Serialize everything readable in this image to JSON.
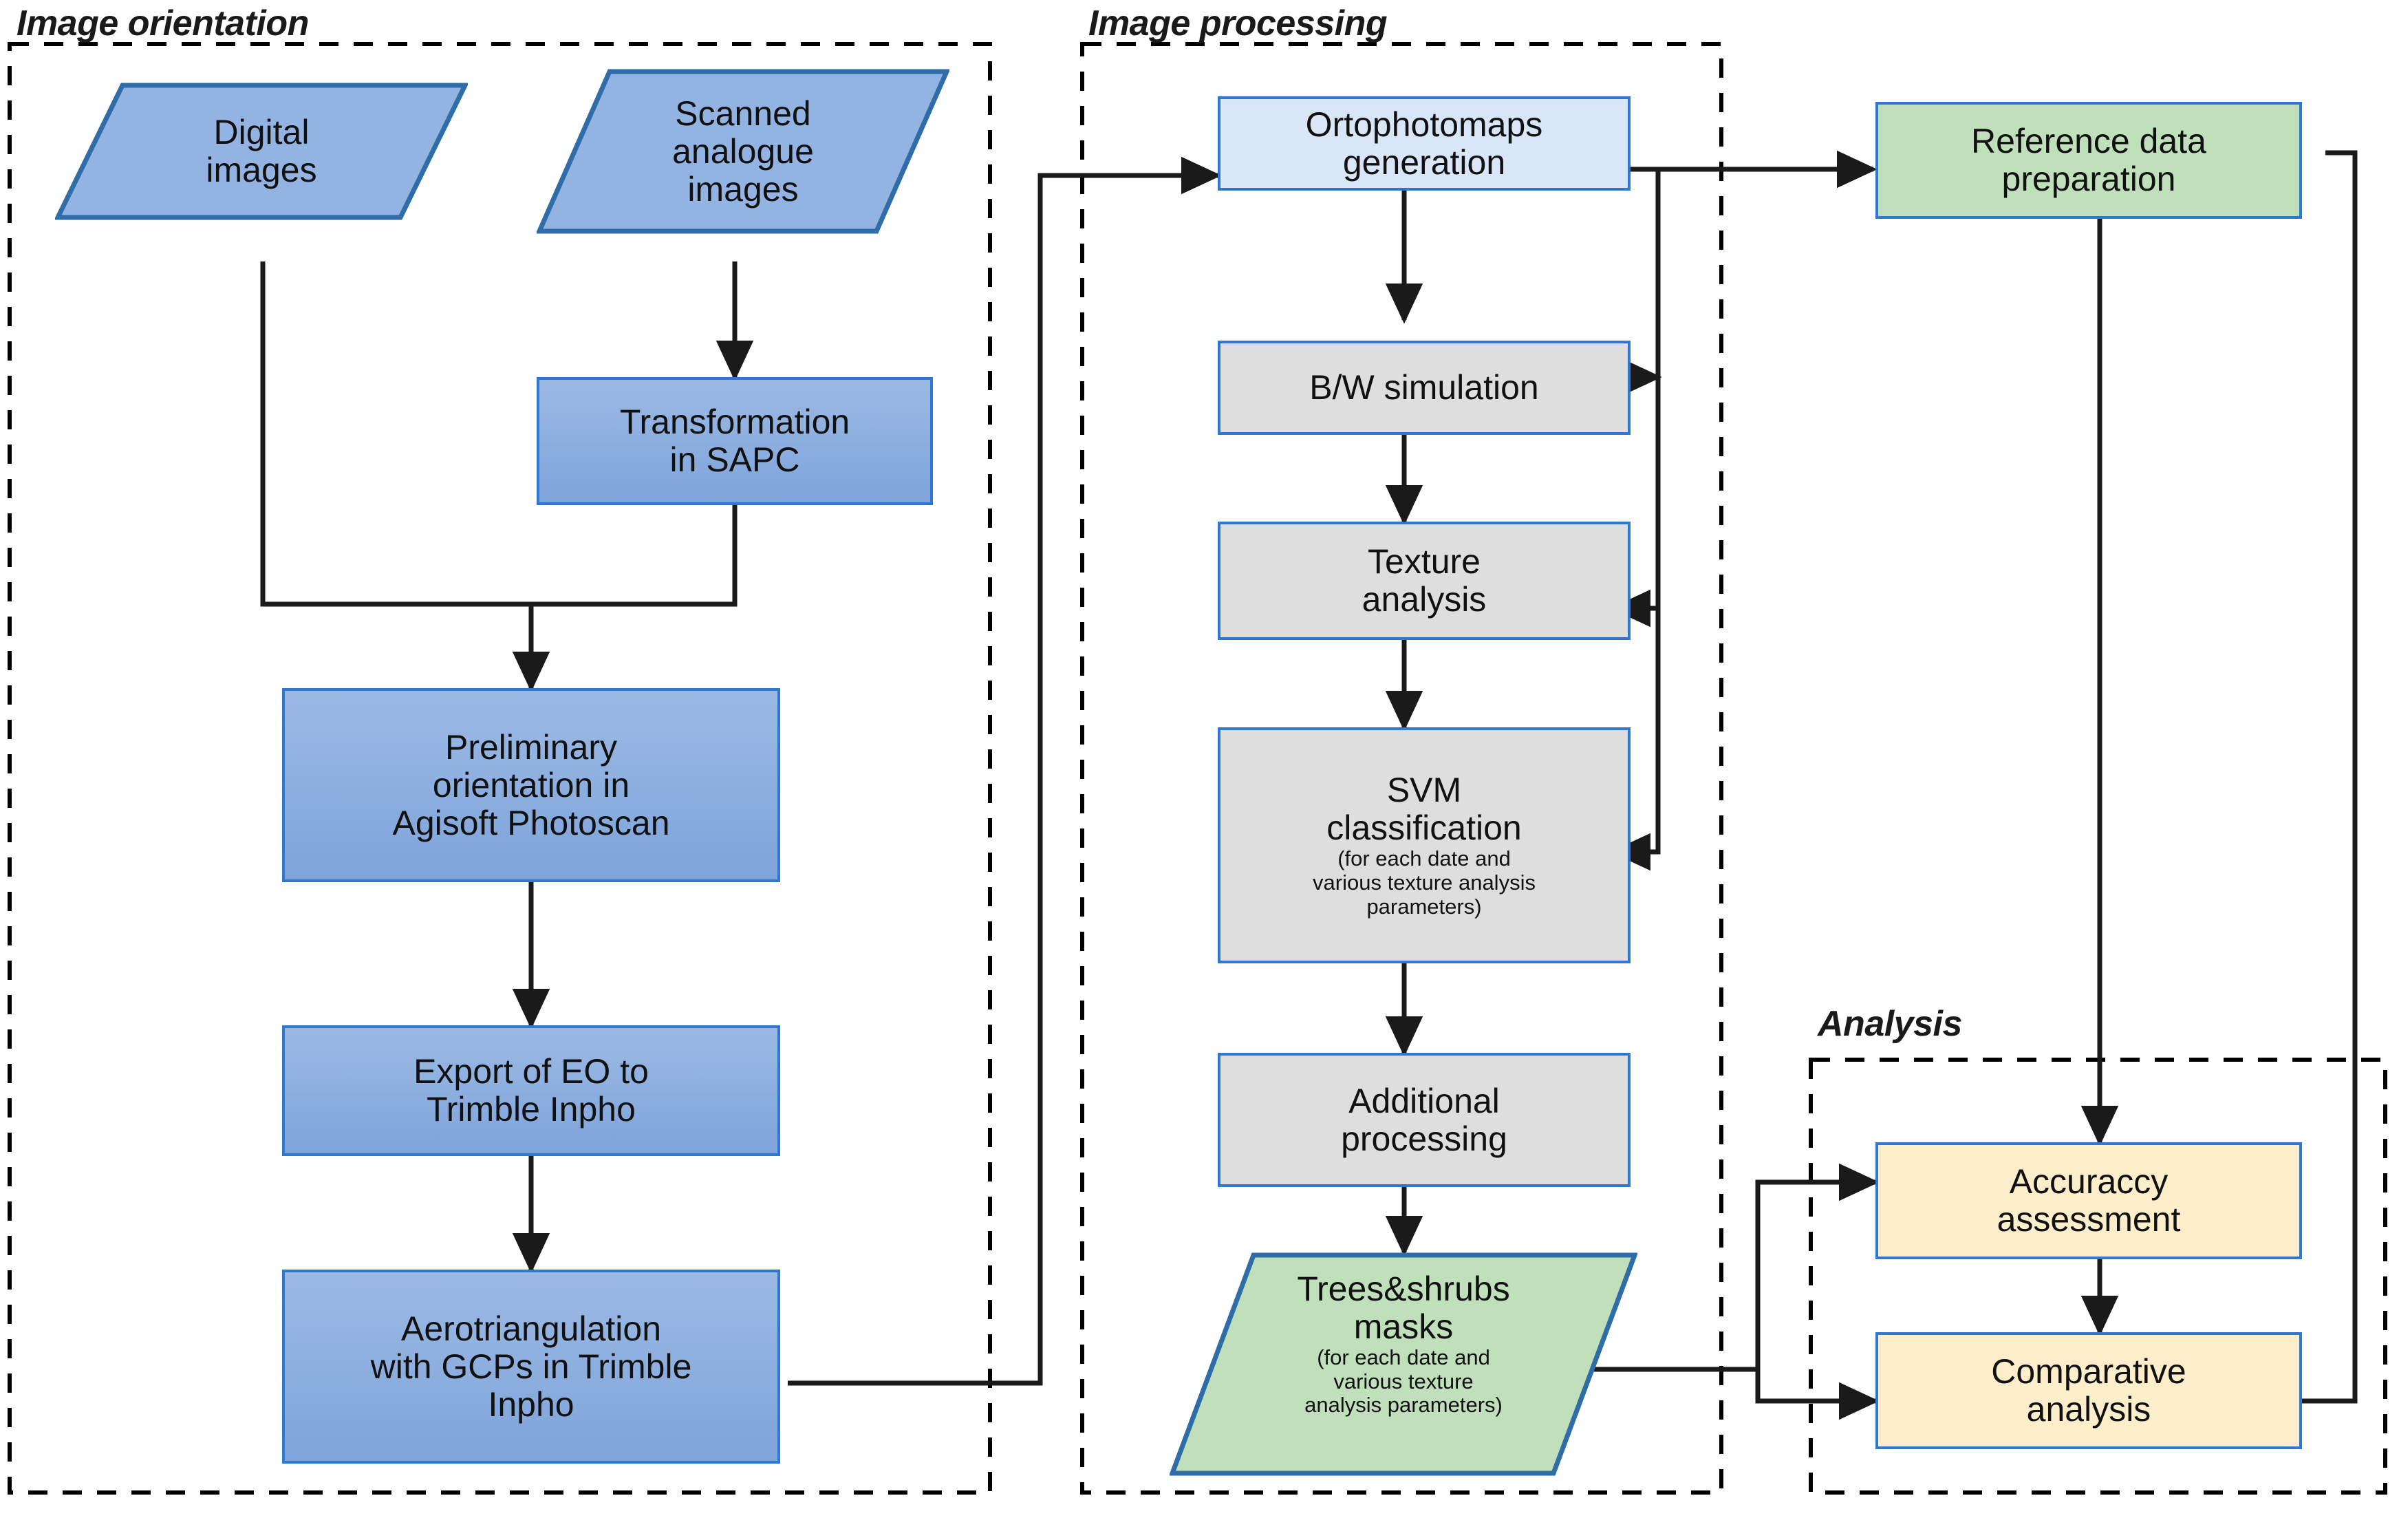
{
  "diagram": {
    "title_groups": [
      {
        "id": "image-orientation",
        "label": "Image orientation"
      },
      {
        "id": "image-processing",
        "label": "Image processing"
      },
      {
        "id": "analysis",
        "label": "Analysis"
      }
    ],
    "nodes": {
      "digital_images": {
        "label": "Digital\nimages",
        "shape": "parallelogram",
        "fill": "#8fb0e0"
      },
      "scanned_analogue_images": {
        "label": "Scanned\nanalogue\nimages",
        "shape": "parallelogram",
        "fill": "#8fb0e0"
      },
      "transformation_sapc": {
        "label": "Transformation\nin SAPC",
        "shape": "rect",
        "fill": "#8fb0e0"
      },
      "preliminary_orientation": {
        "label": "Preliminary\norientation in\nAgisoft Photoscan",
        "shape": "rect",
        "fill": "#8fb0e0"
      },
      "export_eo": {
        "label": "Export of EO to\nTrimble Inpho",
        "shape": "rect",
        "fill": "#8fb0e0"
      },
      "aerotriangulation": {
        "label": "Aerotriangulation\nwith GCPs in Trimble\nInpho",
        "shape": "rect",
        "fill": "#8fb0e0"
      },
      "ortophotomaps": {
        "label": "Ortophotomaps\ngeneration",
        "shape": "rect",
        "fill": "#d9e6f7"
      },
      "bw_simulation": {
        "label": "B/W simulation",
        "shape": "rect",
        "fill": "#dedede"
      },
      "texture_analysis": {
        "label": "Texture\nanalysis",
        "shape": "rect",
        "fill": "#dedede"
      },
      "svm_classification": {
        "label": "SVM\nclassification",
        "sublabel": "(for each date and\nvarious texture analysis\nparameters)",
        "shape": "rect",
        "fill": "#dedede"
      },
      "additional_processing": {
        "label": "Additional\nprocessing",
        "shape": "rect",
        "fill": "#dedede"
      },
      "trees_shrubs_masks": {
        "label": "Trees&shrubs\nmasks",
        "sublabel": "(for each date and\nvarious texture\nanalysis parameters)",
        "shape": "parallelogram",
        "fill": "#bfe0bb"
      },
      "reference_data_preparation": {
        "label": "Reference  data\npreparation",
        "shape": "rect",
        "fill": "#bfe0bb"
      },
      "accuracy_assessment": {
        "label": "Accuraccy\nassessment",
        "shape": "rect",
        "fill": "#fdeecb"
      },
      "comparative_analysis": {
        "label": "Comparative\nanalysis",
        "shape": "rect",
        "fill": "#fdeecb"
      }
    },
    "colors": {
      "node_border": "#2E78D2",
      "connector": "#1a1a1a",
      "group_border": "#000000",
      "input_fill": "#8fb0e0",
      "process_fill": "#dedede",
      "data_fill": "#bfe0bb",
      "analysis_fill": "#fdeecb"
    },
    "edges": [
      {
        "from": "digital_images",
        "to": "preliminary_orientation"
      },
      {
        "from": "scanned_analogue_images",
        "to": "transformation_sapc"
      },
      {
        "from": "transformation_sapc",
        "to": "preliminary_orientation"
      },
      {
        "from": "preliminary_orientation",
        "to": "export_eo"
      },
      {
        "from": "export_eo",
        "to": "aerotriangulation"
      },
      {
        "from": "aerotriangulation",
        "to": "ortophotomaps"
      },
      {
        "from": "ortophotomaps",
        "to": "bw_simulation"
      },
      {
        "from": "ortophotomaps",
        "to": "reference_data_preparation"
      },
      {
        "from": "ortophotomaps",
        "to": "svm_classification"
      },
      {
        "from": "bw_simulation",
        "to": "texture_analysis"
      },
      {
        "from": "bw_simulation",
        "to": "svm_classification"
      },
      {
        "from": "texture_analysis",
        "to": "svm_classification"
      },
      {
        "from": "svm_classification",
        "to": "additional_processing"
      },
      {
        "from": "additional_processing",
        "to": "trees_shrubs_masks"
      },
      {
        "from": "trees_shrubs_masks",
        "to": "accuracy_assessment"
      },
      {
        "from": "trees_shrubs_masks",
        "to": "comparative_analysis"
      },
      {
        "from": "reference_data_preparation",
        "to": "accuracy_assessment"
      },
      {
        "from": "reference_data_preparation",
        "to": "comparative_analysis"
      },
      {
        "from": "accuracy_assessment",
        "to": "comparative_analysis"
      }
    ]
  }
}
